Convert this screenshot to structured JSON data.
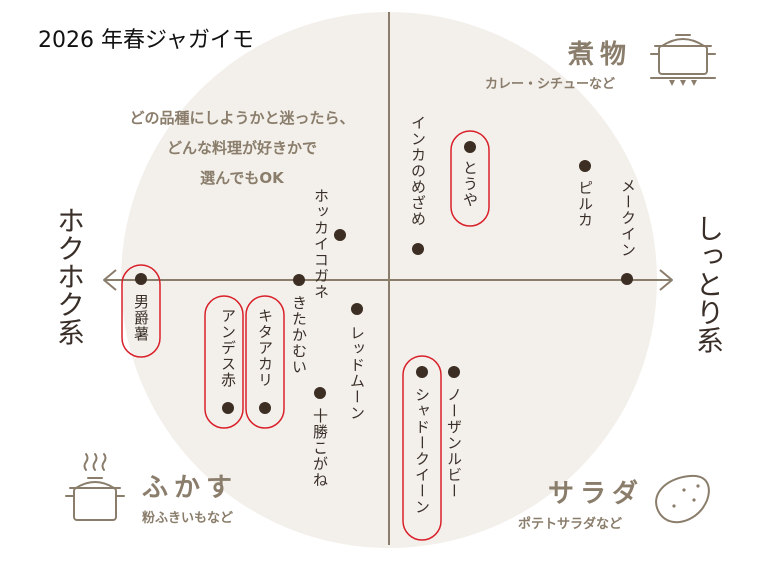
{
  "title": "2026 年春ジャガイモ",
  "axis": {
    "left": "ホクホク系",
    "right": "しっとり系"
  },
  "note": [
    "どの品種にしようかと迷ったら、",
    "どんな料理が好きかで",
    "選んでもOK"
  ],
  "categories": {
    "top_right": {
      "name": "煮物",
      "examples": "カレー・シチューなど",
      "icon": "pot-on-stove-icon"
    },
    "bottom_left": {
      "name": "ふかす",
      "examples": "粉ふきいもなど",
      "icon": "steaming-pot-icon"
    },
    "bottom_right": {
      "name": "サラダ",
      "examples": "ポテトサラダなど",
      "icon": "potato-icon"
    }
  },
  "varieties": [
    {
      "name": "インカのめざめ",
      "highlighted": false
    },
    {
      "name": "とうや",
      "highlighted": true
    },
    {
      "name": "ピルカ",
      "highlighted": false
    },
    {
      "name": "メークイン",
      "highlighted": false
    },
    {
      "name": "ホッカイコガネ",
      "highlighted": false
    },
    {
      "name": "男爵薯",
      "highlighted": true
    },
    {
      "name": "きたかむい",
      "highlighted": false
    },
    {
      "name": "レッドムーン",
      "highlighted": false
    },
    {
      "name": "アンデス赤",
      "highlighted": true
    },
    {
      "name": "キタアカリ",
      "highlighted": true
    },
    {
      "name": "十勝こがね",
      "highlighted": false
    },
    {
      "name": "シャドークイーン",
      "highlighted": true
    },
    {
      "name": "ノーザンルビー",
      "highlighted": false
    }
  ],
  "colors": {
    "background_circle": "#f3f0eb",
    "axis": "#8a7d6b",
    "dot": "#3d2e24",
    "highlight": "#d9202a",
    "category_text": "#8a7d6b"
  }
}
